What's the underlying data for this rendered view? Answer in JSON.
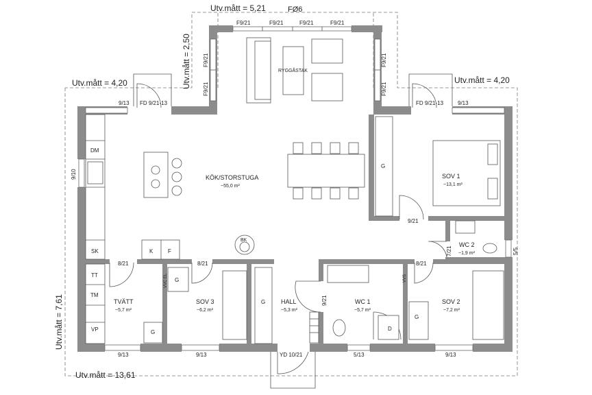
{
  "dimensions": {
    "outer_width": "Utv.mått = 13,61",
    "outer_height": "Utv.mått = 7,61",
    "left_bay": "Utv.mått = 4,20",
    "right_bay": "Utv.mått = 4,20",
    "top_width": "Utv.mått = 5,21",
    "top_depth": "Utv.mått = 2,50"
  },
  "top": {
    "code": "FØ6",
    "windows": [
      "F9/21",
      "F9/21",
      "F9/21",
      "F9/21"
    ],
    "left_windows": [
      "F9/21",
      "F9/21"
    ],
    "right_windows": [
      "F9/21",
      "F9/21"
    ],
    "table_label": "RYGGÅSTAK"
  },
  "openings": {
    "w_top_left": "9/13",
    "door_top_left": "FD 9/21-13",
    "door_top_right": "FD 9/21-13",
    "w_top_right": "9/13",
    "w_left": "9/10",
    "w_bottom_1": "9/13",
    "w_bottom_2": "9/13",
    "door_entry": "YD 10/21",
    "w_bottom_3": "5/13",
    "w_bottom_4": "9/13",
    "w_right": "5/5"
  },
  "doors": {
    "tvatt": "8/21",
    "sov3": "8/21",
    "sov1": "9/21",
    "wc2": "7/21",
    "wc1": "9/21",
    "sov2": "8/21"
  },
  "rooms": {
    "kok": {
      "name": "KÖK/STORSTUGA",
      "area": "~55,0 m²"
    },
    "sov1": {
      "name": "SOV 1",
      "area": "~13,1 m²"
    },
    "wc2": {
      "name": "WC 2",
      "area": "~1,9 m²"
    },
    "tvatt": {
      "name": "TVÄTT",
      "area": "~5,7 m²"
    },
    "sov3": {
      "name": "SOV 3",
      "area": "~6,2 m²"
    },
    "hall": {
      "name": "HALL",
      "area": "~5,3 m²"
    },
    "wc1": {
      "name": "WC 1",
      "area": "~5,7 m²"
    },
    "sov2": {
      "name": "SOV 2",
      "area": "~7,2 m²"
    }
  },
  "fixtures": {
    "dm": "DM",
    "sk": "SK",
    "tt": "TT",
    "tm": "TM",
    "vp": "VP",
    "k": "K",
    "f": "F",
    "bk": "BK",
    "g_sov1": "G",
    "g_sov3": "G",
    "g_hall": "G",
    "g_tvatt": "G",
    "g_sov2": "G",
    "d_wc1": "D",
    "vvc1": "VVC EL",
    "vvc2": "VVS"
  }
}
